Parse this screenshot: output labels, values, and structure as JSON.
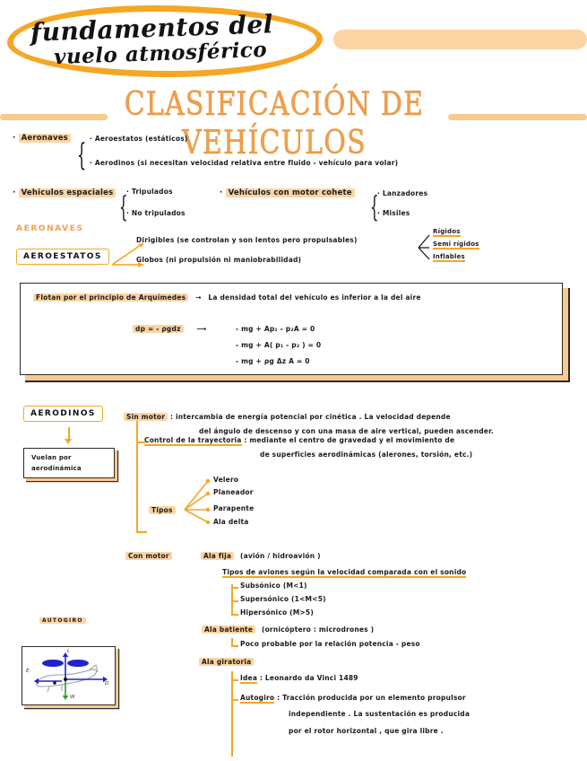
{
  "title": {
    "line1": "fundamentos del",
    "line2": "vuelo atmosférico"
  },
  "heading": "CLASIFICACIÓN DE VEHÍCULOS",
  "section_aeronaves": {
    "label": "Aeronaves",
    "items": [
      "Aeroestatos (estáticos)",
      "Aerodinos (si necesitan velocidad relativa entre fluido - vehículo para volar)"
    ]
  },
  "section_espaciales": {
    "label": "Vehiculos espaciales",
    "items": [
      "Tripulados",
      "No tripulados"
    ],
    "sub_label": "Vehículos con motor cohete",
    "sub_items": [
      "Lanzadores",
      "Misiles"
    ]
  },
  "aeronaves_heading": "AERONAVES",
  "aeroestatos": {
    "box_label": "AEROESTATOS",
    "items": [
      "Dirigibles (se controlan y son lentos pero propulsables)",
      "Globos (ni propulsión ni maniobrabilidad)"
    ],
    "dirigible_types": [
      "Rígidos",
      "Semi rígidos",
      "Inflables"
    ]
  },
  "archimedes": {
    "highlight": "Flotan por el principio de Arquímedes",
    "arrow": "→",
    "statement": "La densidad total del vehículo es inferior a la del aire",
    "formula": "dp = - ρgdz",
    "equations": [
      "- mg + Ap₁ - p₂A = 0",
      "- mg + A( p₁ - p₂ ) = 0",
      "- mg + ρg Δz A = 0"
    ]
  },
  "aerodinos": {
    "box_label": "AERODINOS",
    "note_line1": "Vuelan por",
    "note_line2": "aerodinámica",
    "sin_motor_label": "Sin motor",
    "sin_motor_text_1": ": intercambia de energía potencial por cinética . La velocidad depende",
    "sin_motor_text_2": "del ángulo de descenso y con una masa de aire vertical, pueden ascender.",
    "control_label": "Control de la trayectoria",
    "control_text_1": ": mediante el centro de gravedad y el movimiento de",
    "control_text_2": "de superficies aerodinámicas (alerones, torsión, etc.)",
    "tipos_label": "Tipos",
    "tipos": [
      "Velero",
      "Planeador",
      "Parapente",
      "Ala delta"
    ],
    "con_motor_label": "Con motor",
    "ala_fija_label": "Ala fija",
    "ala_fija_text": "(avión / hidroavión )",
    "tipos_aviones_underline": "Tipos de aviones según la velocidad comparada con el sonido",
    "mach_items": [
      "Subsónico (M<1)",
      "Supersónico (1<M<5)",
      "Hipersónico (M>5)"
    ],
    "ala_batiente_label": "Ala batiente",
    "ala_batiente_text": "(ornicóptero : microdrones )",
    "ala_batiente_sub": "Poco probable por la relación potencia - peso",
    "ala_giratoria_label": "Ala giratoria",
    "giratoria_items": [
      {
        "term": "Idea",
        "text": ": Leonardo da Vinci  1489"
      },
      {
        "term": "Autogiro",
        "text": ": Tracción producida por un elemento propulsor"
      }
    ],
    "autogiro_cont_1": "independiente . La sustentación es producida",
    "autogiro_cont_2": "por el rotor horizontal , que gira libre ."
  },
  "autogiro_figure": {
    "caption": "AUTOGIRO",
    "labels": {
      "left": "E",
      "right": "D",
      "down": "W",
      "up": "L"
    }
  },
  "colors": {
    "accent": "#F5A623",
    "highlight": "#FCD4A4",
    "heading": "#F0A04B",
    "ink": "#1a1a1a",
    "figure_blue": "#2222CC",
    "figure_green": "#28A028"
  }
}
